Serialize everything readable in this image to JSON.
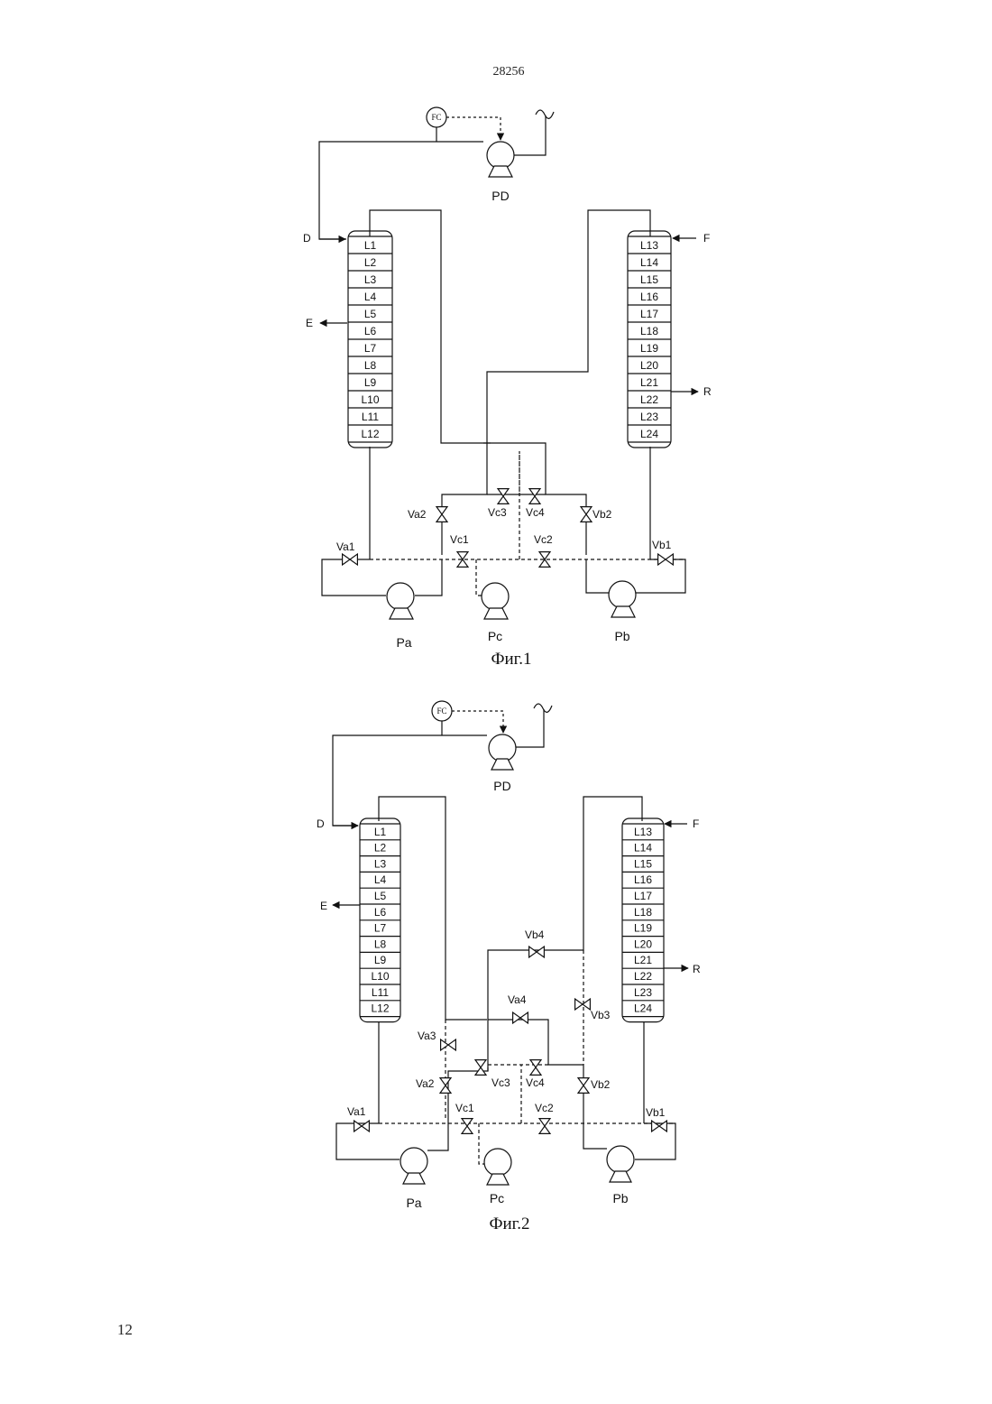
{
  "document_number": "28256",
  "page_number": "12",
  "figures": [
    {
      "caption": "Фиг.1",
      "controller": "FC",
      "pumps": {
        "pd": "PD",
        "pa": "Pa",
        "pc": "Pc",
        "pb": "Pb"
      },
      "streams": {
        "d": "D",
        "e": "E",
        "f": "F",
        "r": "R"
      },
      "left_column_trays": [
        "L1",
        "L2",
        "L3",
        "L4",
        "L5",
        "L6",
        "L7",
        "L8",
        "L9",
        "L10",
        "L11",
        "L12"
      ],
      "right_column_trays": [
        "L13",
        "L14",
        "L15",
        "L16",
        "L17",
        "L18",
        "L19",
        "L20",
        "L21",
        "L22",
        "L23",
        "L24"
      ],
      "valves": {
        "va1": "Va1",
        "va2": "Va2",
        "vc1": "Vc1",
        "vc2": "Vc2",
        "vc3": "Vc3",
        "vc4": "Vc4",
        "vb1": "Vb1",
        "vb2": "Vb2"
      }
    },
    {
      "caption": "Фиг.2",
      "controller": "FC",
      "pumps": {
        "pd": "PD",
        "pa": "Pa",
        "pc": "Pc",
        "pb": "Pb"
      },
      "streams": {
        "d": "D",
        "e": "E",
        "f": "F",
        "r": "R"
      },
      "left_column_trays": [
        "L1",
        "L2",
        "L3",
        "L4",
        "L5",
        "L6",
        "L7",
        "L8",
        "L9",
        "L10",
        "L11",
        "L12"
      ],
      "right_column_trays": [
        "L13",
        "L14",
        "L15",
        "L16",
        "L17",
        "L18",
        "L19",
        "L20",
        "L21",
        "L22",
        "L23",
        "L24"
      ],
      "valves": {
        "va1": "Va1",
        "va2": "Va2",
        "va3": "Va3",
        "va4": "Va4",
        "vc1": "Vc1",
        "vc2": "Vc2",
        "vc3": "Vc3",
        "vc4": "Vc4",
        "vb1": "Vb1",
        "vb2": "Vb2",
        "vb3": "Vb3",
        "vb4": "Vb4"
      }
    }
  ]
}
